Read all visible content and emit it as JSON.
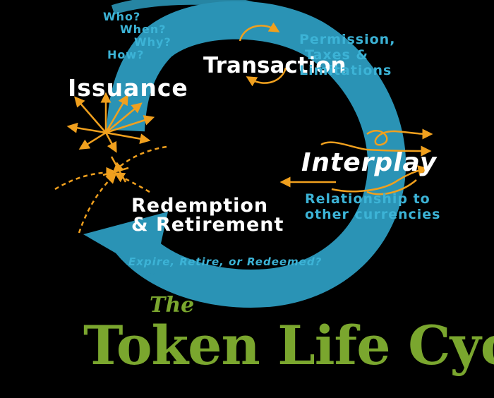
{
  "title": {
    "prefix": "The",
    "main": "Token Life Cycle"
  },
  "stages": {
    "issuance": "Issuance",
    "transaction": "Transaction",
    "interplay": "Interplay",
    "redemption_line1": "Redemption",
    "redemption_line2": "& Retirement"
  },
  "notes": {
    "issuance_questions": [
      "Who?",
      "When?",
      "Why?",
      "How?"
    ],
    "transaction_note": [
      "Permission,",
      "Taxes &",
      "Limitations"
    ],
    "interplay_note": [
      "Relationship to",
      "other currencies"
    ],
    "redemption_note": "Expire, Retire, or Redeemed?"
  },
  "colors": {
    "background": "#000000",
    "cycle_arrow": "#2a93b5",
    "stage_text": "#ffffff",
    "note_text": "#3cb3d6",
    "accent_arrows": "#f0a01e",
    "title": "#7aa62e"
  }
}
